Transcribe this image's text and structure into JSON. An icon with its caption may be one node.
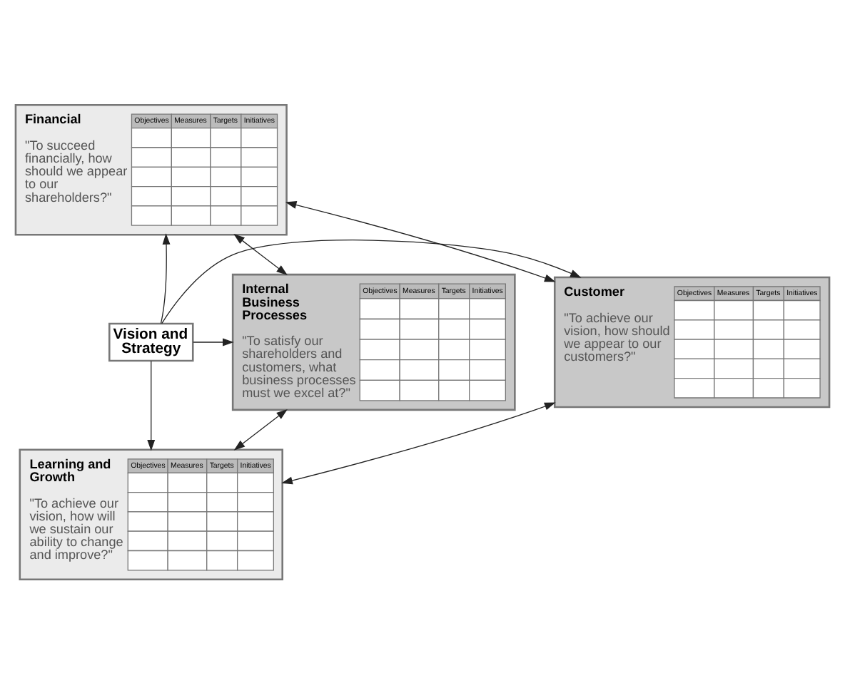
{
  "diagram": {
    "nodes": [
      {
        "text": [
          "Financial",
          "\"To succeed financially, how should we appear to our shareholders?\"",
          "Objectives",
          "Measures",
          "Targets",
          "Initiatives"
        ]
      },
      {
        "text": [
          "Customer",
          "\"To achieve our vision, how should we appear to our customers?\"",
          "Objectives",
          "Measures",
          "Targets",
          "Initiatives"
        ]
      },
      {
        "text": [
          "Vision and Strategy"
        ]
      },
      {
        "text": [
          "Internal Business Processes",
          "\"To satisfy our shareholders and customers, what business processes must we excel at?\"",
          "Objectives",
          "Measures",
          "Targets",
          "Initiatives"
        ]
      },
      {
        "text": [
          "Learning and Growth",
          "\"To achieve our vision, how will we sustain our ability to change and improve?\"",
          "Objectives",
          "Measures",
          "Targets",
          "Initiatives"
        ]
      }
    ],
    "edges": [
      {
        "from": 2,
        "to": 0,
        "arrow": "to"
      },
      {
        "from": 2,
        "to": 1,
        "arrow": "to"
      },
      {
        "from": 2,
        "to": 3,
        "arrow": "to"
      },
      {
        "from": 2,
        "to": 4,
        "arrow": "to"
      },
      {
        "from": 0,
        "to": 3,
        "arrow": "both"
      },
      {
        "from": 3,
        "to": 4,
        "arrow": "both"
      },
      {
        "from": 4,
        "to": 1,
        "arrow": "both"
      },
      {
        "from": 1,
        "to": 0,
        "arrow": "both"
      }
    ]
  }
}
